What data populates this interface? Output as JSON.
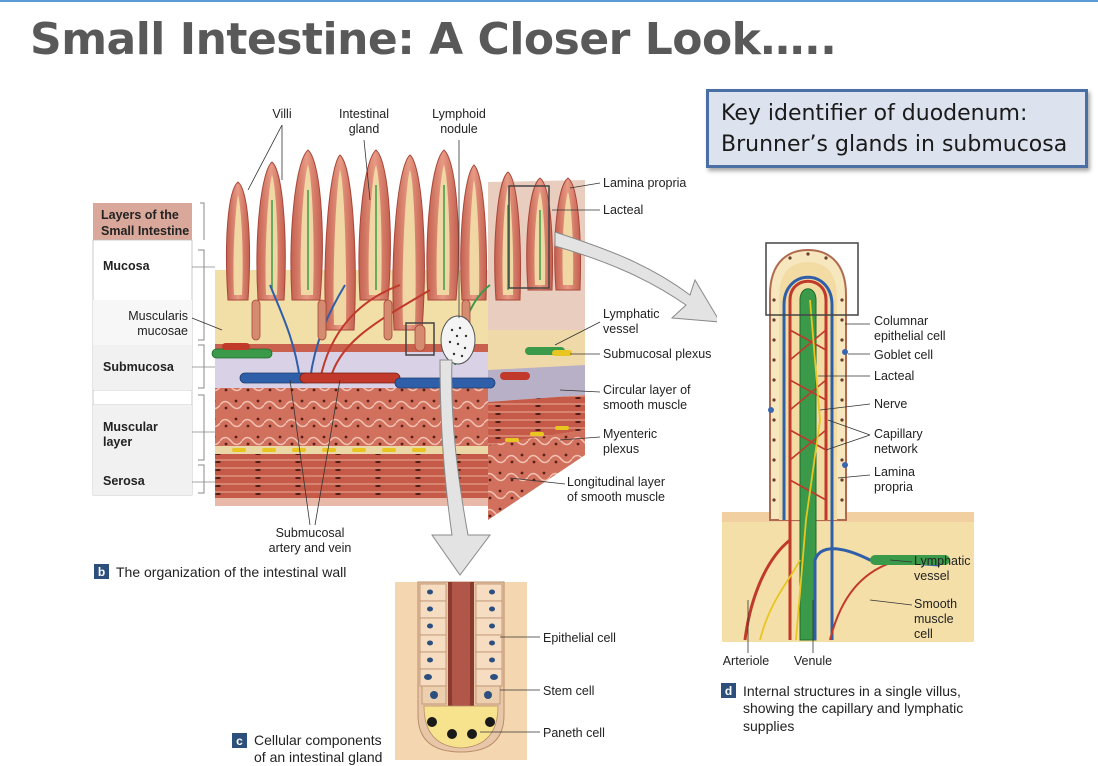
{
  "slide": {
    "title": "Small Intestine: A Closer Look…..",
    "callout_line1": "Key identifier of duodenum:",
    "callout_line2": "Brunner’s glands in submucosa"
  },
  "layers_table": {
    "header_line1": "Layers of the",
    "header_line2": "Small Intestine",
    "rows": [
      "Mucosa",
      "Submucosa",
      "Serosa"
    ],
    "muscular_line1": "Muscular",
    "muscular_line2": "layer"
  },
  "panel_b": {
    "letter": "b",
    "caption": "The organization of the intestinal wall",
    "labels": {
      "villi": "Villi",
      "intestinal_gland_1": "Intestinal",
      "intestinal_gland_2": "gland",
      "lymphoid_nodule_1": "Lymphoid",
      "lymphoid_nodule_2": "nodule",
      "lamina_propria": "Lamina propria",
      "lacteal": "Lacteal",
      "muscularis_mucosae_1": "Muscularis",
      "muscularis_mucosae_2": "mucosae",
      "lymphatic_vessel_1": "Lymphatic",
      "lymphatic_vessel_2": "vessel",
      "submucosal_plexus": "Submucosal plexus",
      "circular_layer_1": "Circular layer of",
      "circular_layer_2": "smooth muscle",
      "myenteric_plexus_1": "Myenteric",
      "myenteric_plexus_2": "plexus",
      "longitudinal_layer_1": "Longitudinal layer",
      "longitudinal_layer_2": "of smooth muscle",
      "submucosal_artery_1": "Submucosal",
      "submucosal_artery_2": "artery and vein"
    }
  },
  "panel_c": {
    "letter": "c",
    "caption_line1": "Cellular components",
    "caption_line2": "of an intestinal gland",
    "labels": {
      "epithelial_cell": "Epithelial cell",
      "stem_cell": "Stem cell",
      "paneth_cell": "Paneth cell"
    }
  },
  "panel_d": {
    "letter": "d",
    "caption_line1": "Internal structures in a single villus,",
    "caption_line2": "showing the capillary and lymphatic",
    "caption_line3": "supplies",
    "labels": {
      "columnar_1": "Columnar",
      "columnar_2": "epithelial cell",
      "goblet_cell": "Goblet cell",
      "lacteal": "Lacteal",
      "nerve": "Nerve",
      "capillary_1": "Capillary",
      "capillary_2": "network",
      "lamina_propria_1": "Lamina",
      "lamina_propria_2": "propria",
      "lymphatic_1": "Lymphatic",
      "lymphatic_2": "vessel",
      "smooth_muscle_1": "Smooth",
      "smooth_muscle_2": "muscle",
      "smooth_muscle_3": "cell",
      "arteriole": "Arteriole",
      "venule": "Venule"
    }
  },
  "colors": {
    "title": "#595959",
    "callout_border": "#4a6fa5",
    "callout_fill": "#dde3ee",
    "villus": "#d9826f",
    "lamina": "#f2dfa8",
    "muscle": "#c9614e",
    "artery": "#c0392b",
    "vein": "#2f5fa8",
    "lymphatic": "#3a9a4a",
    "nerve": "#e8c521",
    "table_header": "#d9a89a"
  }
}
